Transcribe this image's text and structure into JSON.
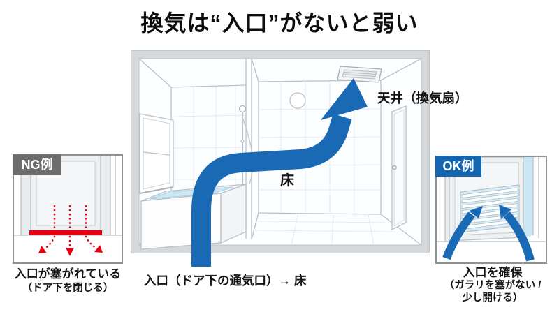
{
  "title": "換気は“入口”がないと弱い",
  "main_illustration": {
    "ceiling_label": "天井（換気扇）",
    "floor_label": "床",
    "caption": "入口（ドア下の通気口）→ 床"
  },
  "ng_example": {
    "badge": "NG例",
    "caption_line1": "入口が塞がれている",
    "caption_line2": "（ドア下を閉じる）"
  },
  "ok_example": {
    "badge": "OK例",
    "caption_line1": "入口を確保",
    "caption_line2": "（ガラリを塞がない /",
    "caption_line3": "少し開ける）"
  },
  "colors": {
    "flow_arrow_blue": "#1a69b4",
    "ng_red": "#e60012",
    "ng_badge_bg": "#6d6d6d",
    "ok_badge_bg": "#1566b0"
  }
}
